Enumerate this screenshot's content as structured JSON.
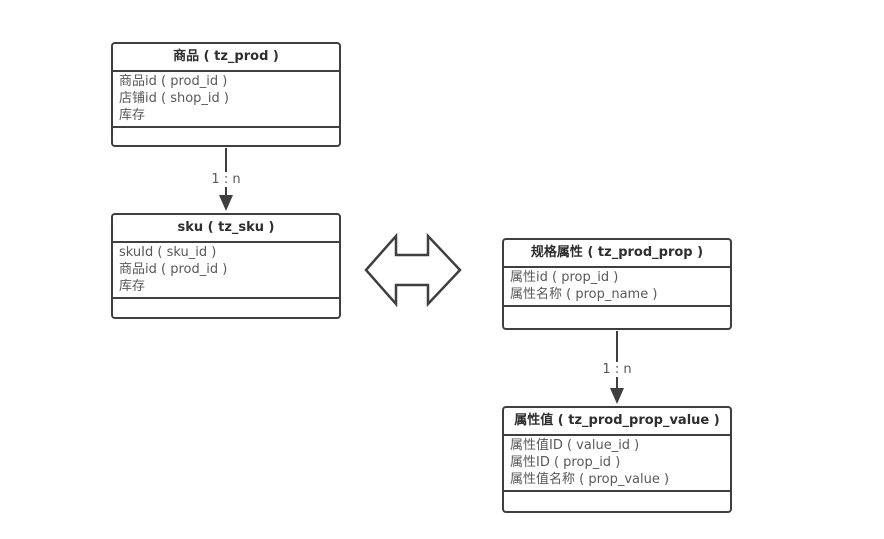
{
  "diagram": {
    "background_color": "#ffffff",
    "line_color": "#3f3f3f",
    "title_text_color": "#2e2e2e",
    "field_text_color": "#595959",
    "tables": [
      {
        "title": "商品 ( tz_prod )",
        "fields": [
          "商品id ( prod_id )",
          "店铺id ( shop_id )",
          "库存"
        ]
      },
      {
        "title": "sku ( tz_sku )",
        "fields": [
          "skuId ( sku_id )",
          "商品id ( prod_id )",
          "库存"
        ]
      },
      {
        "title": "规格属性 ( tz_prod_prop )",
        "fields": [
          "属性id ( prop_id )",
          "属性名称 ( prop_name )"
        ]
      },
      {
        "title": "属性值 ( tz_prod_prop_value )",
        "fields": [
          "属性值ID ( value_id )",
          "属性ID ( prop_id )",
          "属性值名称 ( prop_value )"
        ]
      }
    ],
    "connectors": [
      {
        "from": "商品 ( tz_prod )",
        "to": "sku ( tz_sku )",
        "label": "1 : n"
      },
      {
        "from": "规格属性 ( tz_prod_prop )",
        "to": "属性值 ( tz_prod_prop_value )",
        "label": "1 : n"
      }
    ],
    "relation_shape": "double-headed-horizontal-arrow"
  }
}
